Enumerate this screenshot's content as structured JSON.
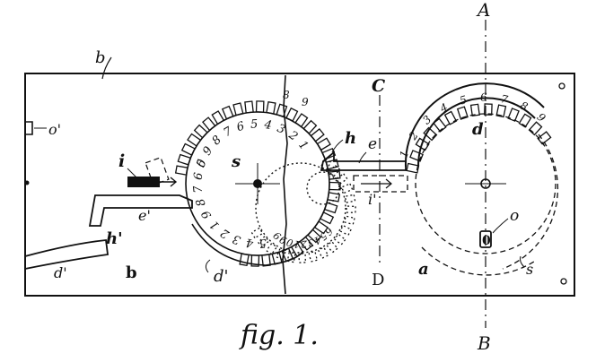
{
  "caption": "fig. 1.",
  "section_labels": {
    "A": "A",
    "B": "B",
    "C": "C",
    "D": "D"
  },
  "part_labels": {
    "b_top": "b",
    "b_bottom": "b",
    "a": "a",
    "o_prime": "o'",
    "d_prime_left": "d'",
    "d_prime_mid": "d'",
    "i": "i",
    "i_prime": "i'",
    "h": "h",
    "h_prime": "h'",
    "e": "e",
    "e_prime": "e'",
    "s": "s",
    "s_right": "s",
    "d": "d",
    "o": "o",
    "o_window": "0"
  },
  "right_wheel_digits": [
    "1",
    "2",
    "3",
    "4",
    "5",
    "6",
    "7",
    "8",
    "9"
  ],
  "left_wheel_top_digits": [
    "0",
    "9",
    "8",
    "7",
    "6",
    "5",
    "4",
    "3",
    "2",
    "1"
  ],
  "left_wheel_bottom_digits": [
    "5",
    "6",
    "7",
    "8",
    "9",
    "1",
    "2",
    "3",
    "4",
    "5"
  ],
  "mid_wheel_digits": [
    "6",
    "5",
    "4",
    "3",
    "2",
    "1",
    "0",
    "9",
    "9"
  ],
  "seam_digits": [
    "8",
    "9"
  ],
  "colors": {
    "ink": "#111111",
    "paper": "#ffffff"
  }
}
